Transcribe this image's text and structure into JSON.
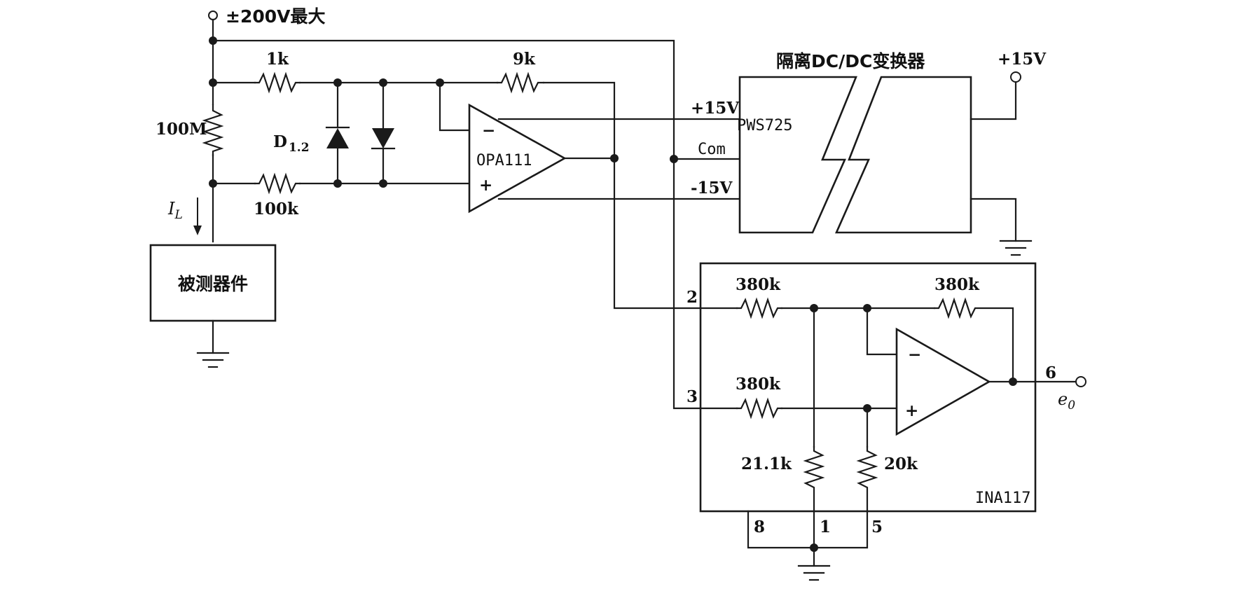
{
  "supply": {
    "input_label": "±200V最大",
    "plus15_label": "+15V"
  },
  "resistors": {
    "r_top": "1k",
    "r_shunt": "100M",
    "r_bottom": "100k",
    "r_feedback": "9k",
    "ina_in2": "380k",
    "ina_fb": "380k",
    "ina_in3": "380k",
    "ina_r1": "21.1k",
    "ina_r2": "20k"
  },
  "diode_label": {
    "main": "D",
    "sub": "1.2"
  },
  "current_label": {
    "main": "I",
    "sub": "L"
  },
  "dut_label": "被测器件",
  "opamp": {
    "name": "OPA111",
    "minus": "−",
    "plus": "+"
  },
  "dcdc": {
    "title": "隔离DC/DC变换器",
    "part": "PWS725",
    "pin_plus15": "+15V",
    "pin_com": "Com",
    "pin_minus15": "-15V"
  },
  "ina": {
    "name": "INA117",
    "minus": "−",
    "plus": "+",
    "pins": {
      "p2": "2",
      "p3": "3",
      "p6": "6",
      "p8": "8",
      "p1": "1",
      "p5": "5"
    }
  },
  "output_label": {
    "main": "e",
    "sub": "0"
  }
}
